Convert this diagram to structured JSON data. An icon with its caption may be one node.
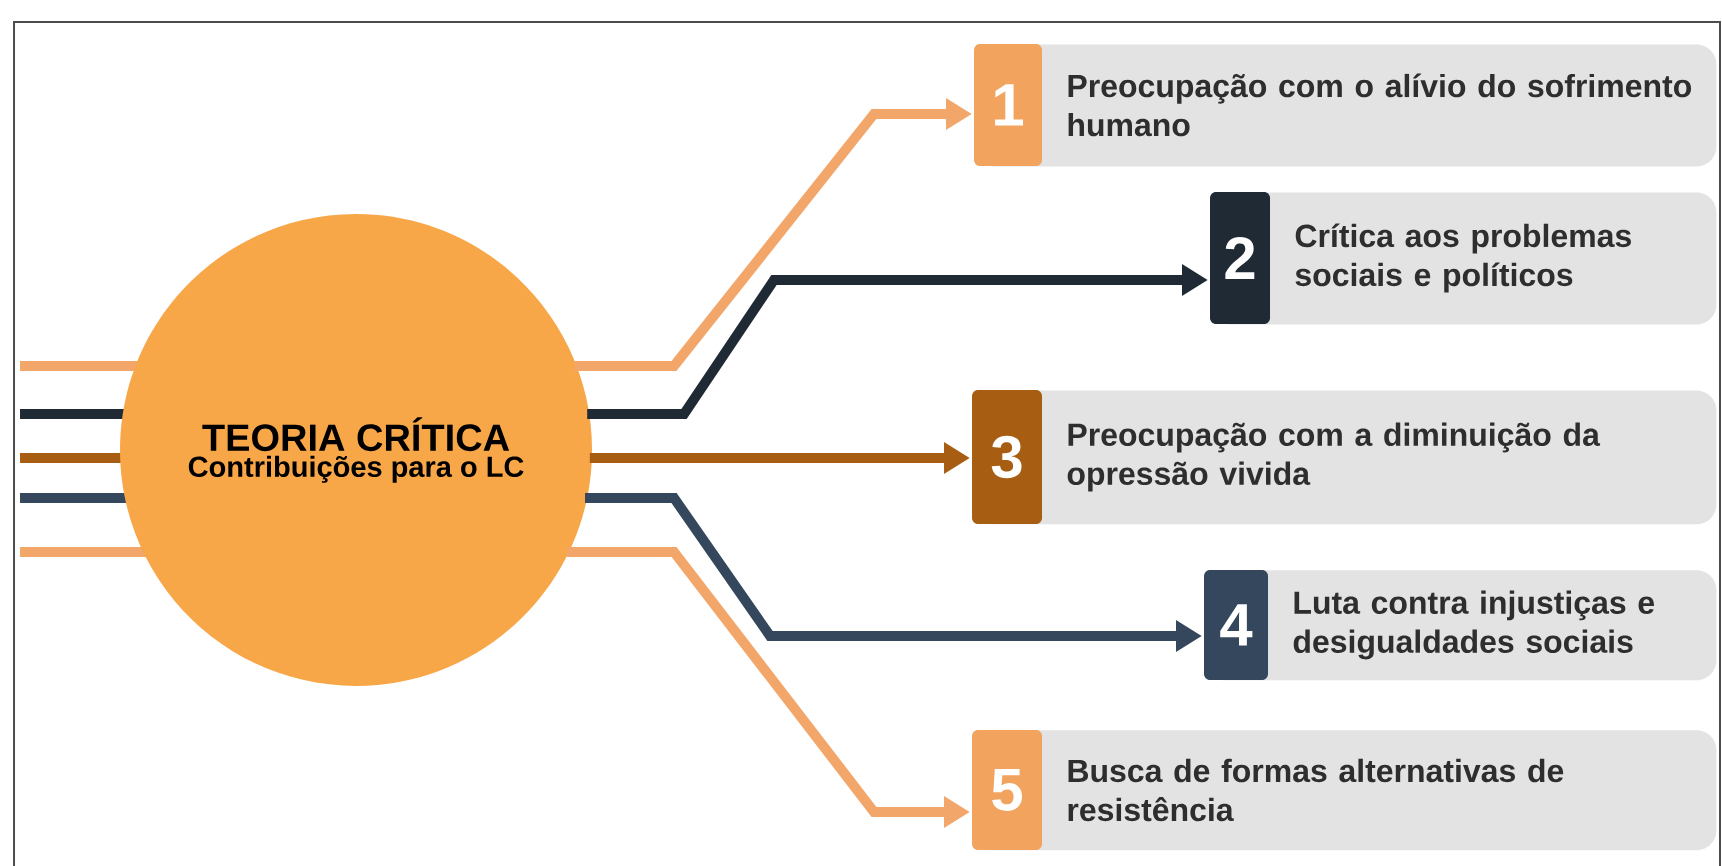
{
  "diagram": {
    "nodes": [
      {
        "text": [
          "TEORIA CRÍTICA",
          "Contribuições para o LC"
        ]
      },
      {
        "text": [
          "1",
          "Preocupação com o alívio do sofrimento humano"
        ]
      },
      {
        "text": [
          "2",
          "Crítica aos problemas sociais e políticos"
        ]
      },
      {
        "text": [
          "3",
          "Preocupação com a diminuição da opressão vivida"
        ]
      },
      {
        "text": [
          "4",
          "Luta contra injustiças e desigualdades sociais"
        ]
      },
      {
        "text": [
          "5",
          "Busca de formas alternativas de resistência"
        ]
      }
    ],
    "edges": [
      {
        "from": 0,
        "to": 1,
        "arrow": "to",
        "color": "#f2a66a"
      },
      {
        "from": 0,
        "to": 2,
        "arrow": "to",
        "color": "#1f2a35"
      },
      {
        "from": 0,
        "to": 3,
        "arrow": "to",
        "color": "#a85e12"
      },
      {
        "from": 0,
        "to": 4,
        "arrow": "to",
        "color": "#34475c"
      },
      {
        "from": 0,
        "to": 5,
        "arrow": "to",
        "color": "#f2a66a"
      }
    ]
  }
}
